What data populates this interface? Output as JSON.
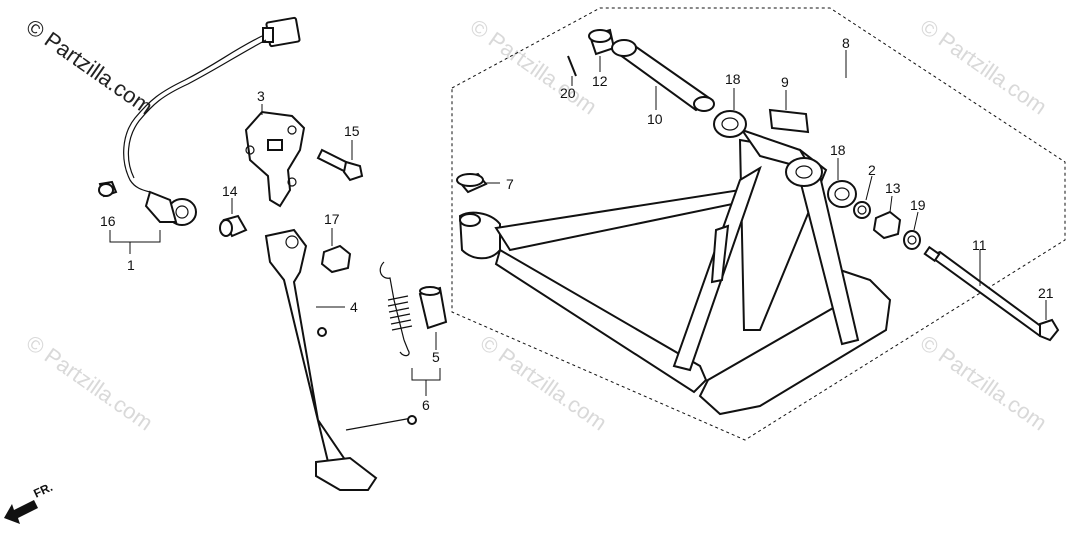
{
  "watermark": {
    "copyright_text": "© Partzilla.com",
    "repeat_text": "© Partzilla.com"
  },
  "direction_label": "FR.",
  "callouts": [
    {
      "id": "c1",
      "label": "1"
    },
    {
      "id": "c2",
      "label": "2"
    },
    {
      "id": "c3",
      "label": "3"
    },
    {
      "id": "c4",
      "label": "4"
    },
    {
      "id": "c5",
      "label": "5"
    },
    {
      "id": "c6",
      "label": "6"
    },
    {
      "id": "c7",
      "label": "7"
    },
    {
      "id": "c8",
      "label": "8"
    },
    {
      "id": "c9",
      "label": "9"
    },
    {
      "id": "c10",
      "label": "10"
    },
    {
      "id": "c11",
      "label": "11"
    },
    {
      "id": "c12",
      "label": "12"
    },
    {
      "id": "c13",
      "label": "13"
    },
    {
      "id": "c14",
      "label": "14"
    },
    {
      "id": "c15",
      "label": "15"
    },
    {
      "id": "c16",
      "label": "16"
    },
    {
      "id": "c17",
      "label": "17"
    },
    {
      "id": "c18a",
      "label": "18"
    },
    {
      "id": "c18b",
      "label": "18"
    },
    {
      "id": "c19",
      "label": "19"
    },
    {
      "id": "c20",
      "label": "20"
    },
    {
      "id": "c21",
      "label": "21"
    }
  ]
}
